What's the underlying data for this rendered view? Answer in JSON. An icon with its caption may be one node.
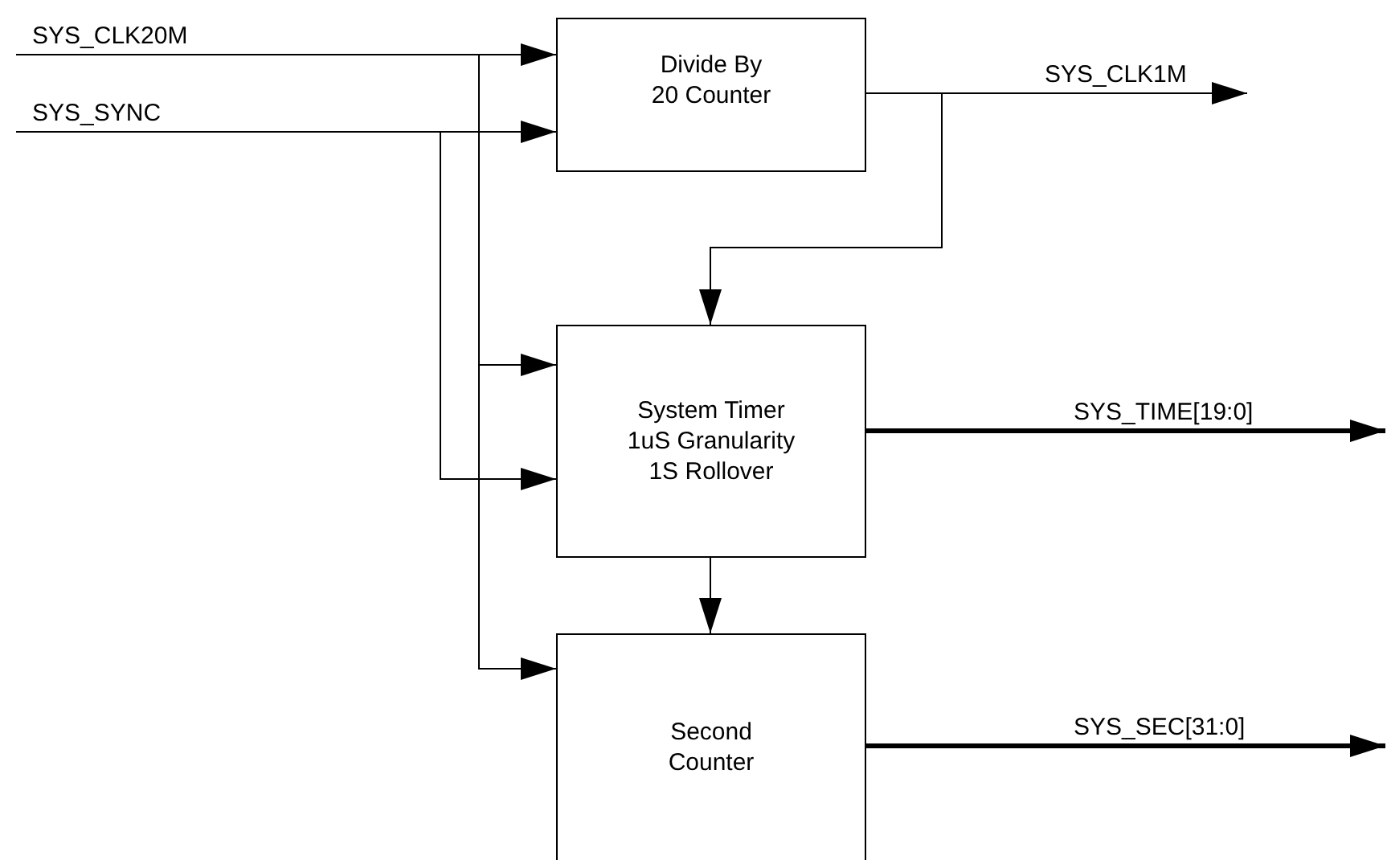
{
  "diagram": {
    "nodes": [
      {
        "text": [
          "Divide By 20 Counter"
        ]
      },
      {
        "text": [
          "System Timer 1uS Granularity 1S Rollover"
        ]
      },
      {
        "text": [
          "Second Counter"
        ]
      }
    ],
    "edges": [
      {
        "from": null,
        "to": 0,
        "arrow": "to",
        "label": "SYS_CLK20M"
      },
      {
        "from": null,
        "to": 1,
        "arrow": "to"
      },
      {
        "from": null,
        "to": 2,
        "arrow": "to"
      },
      {
        "from": null,
        "to": 0,
        "arrow": "to",
        "label": "SYS_SYNC"
      },
      {
        "from": null,
        "to": 1,
        "arrow": "to"
      },
      {
        "from": 0,
        "to": null,
        "arrow": "to",
        "label": "SYS_CLK1M"
      },
      {
        "from": 0,
        "to": 1,
        "arrow": "to"
      },
      {
        "from": 1,
        "to": null,
        "arrow": "to",
        "label": "SYS_TIME[19:0]",
        "style": "thick"
      },
      {
        "from": 1,
        "to": 2,
        "arrow": "to"
      },
      {
        "from": 2,
        "to": null,
        "arrow": "to",
        "label": "SYS_SEC[31:0]",
        "style": "thick"
      }
    ]
  }
}
